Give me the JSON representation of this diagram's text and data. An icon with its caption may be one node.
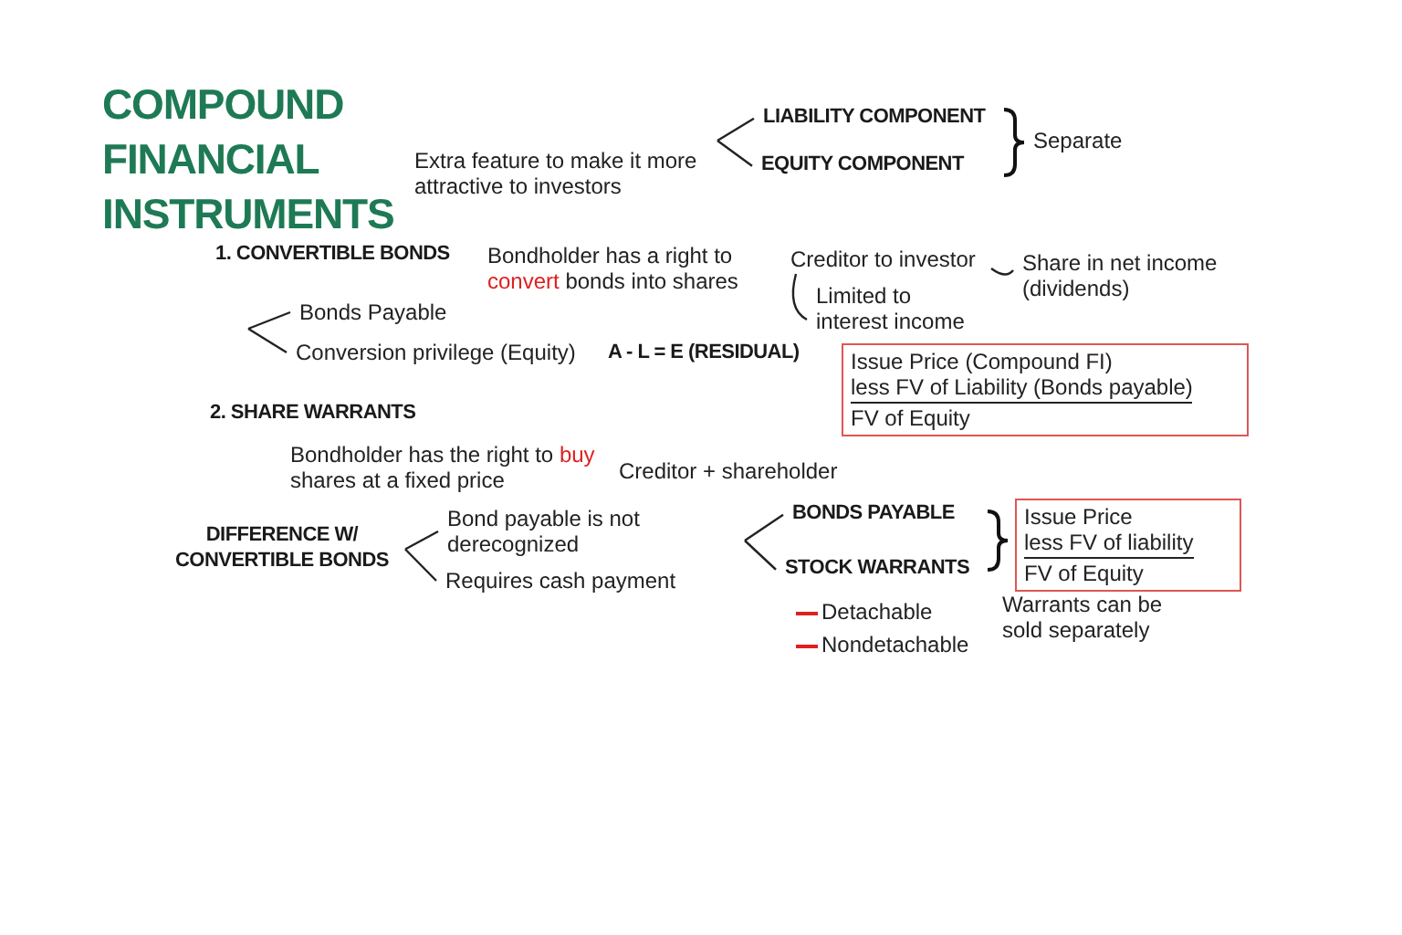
{
  "diagram": {
    "title": "COMPOUND FINANCIAL INSTRUMENTS",
    "nodes": [
      {
        "text": [
          "Extra feature to make it more attractive to investors"
        ]
      },
      {
        "text": [
          "LIABILITY COMPONENT"
        ]
      },
      {
        "text": [
          "EQUITY COMPONENT"
        ]
      },
      {
        "text": [
          "Creditor to investor"
        ]
      },
      {
        "text": [
          "Share in net income (dividends)"
        ]
      },
      {
        "text": [
          "Limited to interest income"
        ]
      },
      {
        "text": [
          "Bonds Payable"
        ]
      },
      {
        "text": [
          "Conversion privilege (Equity)"
        ]
      },
      {
        "text": [
          "Issue Price (Compound FI)",
          "less FV of Liability (Bonds payable)",
          "FV of Equity"
        ]
      },
      {
        "text": [
          "DIFFERENCE W/ CONVERTIBLE BONDS"
        ]
      },
      {
        "text": [
          "Bond payable is not derecognized"
        ]
      },
      {
        "text": [
          "Requires cash payment"
        ]
      },
      {
        "text": [
          "BONDS PAYABLE"
        ]
      },
      {
        "text": [
          "STOCK WARRANTS"
        ]
      },
      {
        "text": [
          "Issue Price",
          "less FV of liability",
          "FV of Equity"
        ]
      }
    ],
    "edges": [
      {
        "from": 0,
        "to": 1,
        "arrow": "none"
      },
      {
        "from": 0,
        "to": 2,
        "arrow": "none"
      },
      {
        "from": 3,
        "to": 4,
        "arrow": "none"
      },
      {
        "from": 3,
        "to": 5,
        "arrow": "none"
      },
      {
        "from": null,
        "to": 6,
        "arrow": "none"
      },
      {
        "from": null,
        "to": 7,
        "arrow": "none"
      },
      {
        "from": 9,
        "to": 10,
        "arrow": "none"
      },
      {
        "from": 9,
        "to": 11,
        "arrow": "none"
      },
      {
        "from": null,
        "to": 12,
        "arrow": "none"
      },
      {
        "from": null,
        "to": 13,
        "arrow": "none"
      }
    ],
    "labels": [
      "Separate",
      "1. CONVERTIBLE BONDS",
      "Bondholder has a right to *convert* bonds into shares",
      "A - L = E (RESIDUAL)",
      "2. SHARE WARRANTS",
      "Bondholder has the right to *buy* shares at a fixed price",
      "Creditor + shareholder",
      "Detachable",
      "Nondetachable",
      "Warrants can be sold separately"
    ]
  }
}
